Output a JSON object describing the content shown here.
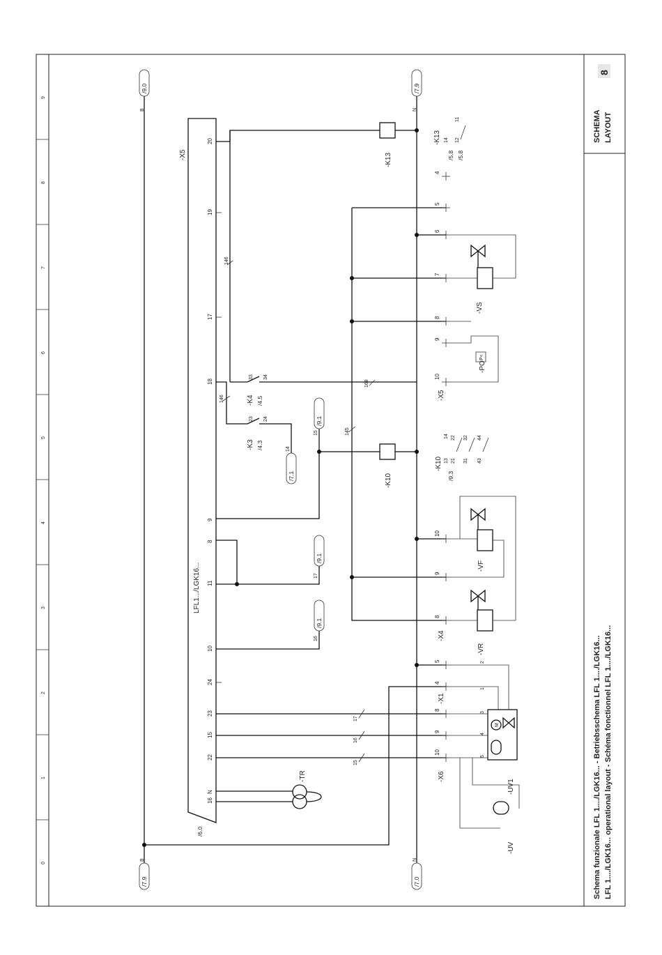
{
  "title_block": {
    "line1": "Schema funzionale LFL 1..../LGK16... - Betriebsschema LFL 1..../LGK16...",
    "line2": "LFL 1..../LGK16... operational layout - Schéma fonctionnel LFL 1..../LGK16...",
    "schema_label_1": "SCHEMA",
    "schema_label_2": "LAYOUT",
    "page_number": "8"
  },
  "grid_columns": [
    "0",
    "1",
    "2",
    "3",
    "4",
    "5",
    "6",
    "7",
    "8",
    "9"
  ],
  "labels": {
    "x5_top": "-X5",
    "device": "LFL1.../LGK16...",
    "dev_ref": "/6.0",
    "tr": "-TR",
    "tr_n": "N",
    "uv": "-UV",
    "uv1": "-UV1",
    "x6": "-X6",
    "x1": "-X1",
    "x4": "-X4",
    "x5_bottom": "-X5",
    "vr": "-VR",
    "vf": "-VF",
    "vs": "-VS",
    "po": "-PO",
    "po_box": "P<",
    "k10": "-K10",
    "k10_coil": "-K10",
    "k13": "-K13",
    "k13_coil": "-K13",
    "k3": "-K3",
    "k3_ref": "/4.3",
    "k4": "-K4",
    "k4_ref": "/4.5",
    "motor": "M",
    "b_label_top": "B",
    "b_label_bottom": "B",
    "n_label_top": "N",
    "n_label_bottom": "N"
  },
  "refs": {
    "b_top": "/9.0",
    "b_bottom": "/7.9",
    "n_top": "/7.9",
    "n_bottom": "/7.0",
    "r14": "/7.1",
    "r15": "/9.1",
    "r17": "/9.1",
    "r16": "/9.1"
  },
  "ref_terms": {
    "r14": "14",
    "r15": "15",
    "r17": "17",
    "r16": "16"
  },
  "x5_terms": [
    "20",
    "19",
    "17",
    "18",
    "9",
    "8",
    "11",
    "10",
    "24",
    "23",
    "15",
    "22",
    "N",
    "16"
  ],
  "wire_marks": {
    "w146a": "146",
    "w146b": "146",
    "w145": "145",
    "w168": "168",
    "w17": "17",
    "w16": "16",
    "w15": "15"
  },
  "contacts": {
    "k3_a": "23",
    "k3_b": "24",
    "k4_a": "33",
    "k4_b": "34",
    "k10_refs": [
      "/9.3",
      "13",
      "14",
      "21",
      "22",
      "31",
      "32",
      "43",
      "44"
    ],
    "k13_refs": [
      "/5.8",
      "/5.8",
      "14",
      "12",
      "11"
    ]
  },
  "terminals": {
    "x6": [
      "10",
      "9",
      "8"
    ],
    "x1": [
      "4",
      "5"
    ],
    "x4": [
      "8",
      "9",
      "10"
    ],
    "x5b": [
      "10",
      "9",
      "8",
      "7",
      "6",
      "5",
      "4"
    ],
    "uv1": [
      "1",
      "2",
      "3",
      "4",
      "5"
    ]
  }
}
